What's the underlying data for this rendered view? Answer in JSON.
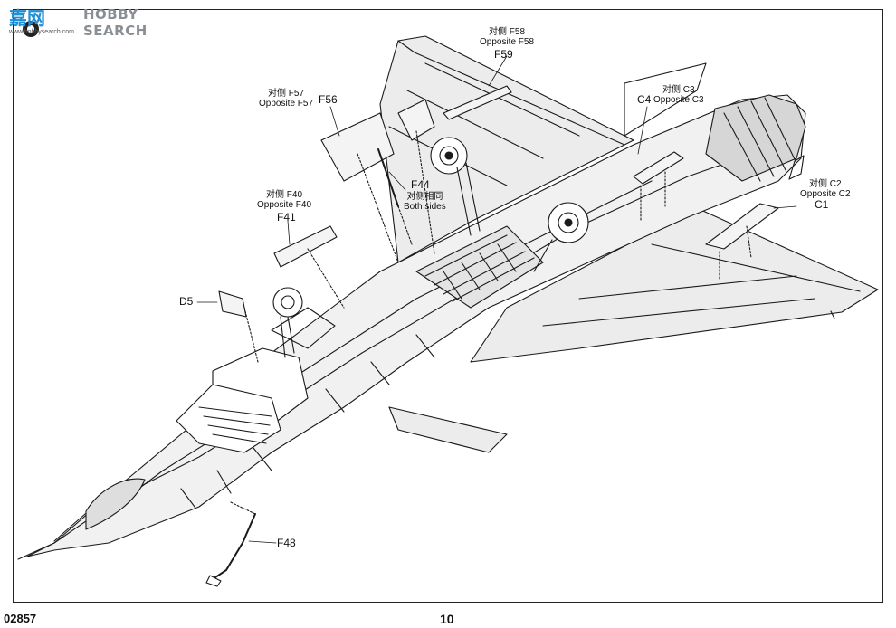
{
  "watermark": {
    "logo_text": "HOBBY SEARCH",
    "logo_cn": "嘉网",
    "logo_sub": "www.hobbysearch.com"
  },
  "footer": {
    "kit_number": "02857",
    "page_number": "10"
  },
  "callouts": {
    "f58": {
      "cn": "对侧 F58",
      "en": "Opposite F58"
    },
    "f59": {
      "part": "F59"
    },
    "c3": {
      "cn": "对侧 C3",
      "en": "Opposite C3"
    },
    "c4": {
      "part": "C4"
    },
    "f57": {
      "cn": "对侧 F57",
      "en": "Opposite F57"
    },
    "f56": {
      "part": "F56"
    },
    "c2": {
      "cn": "对侧 C2",
      "en": "Opposite C2"
    },
    "c1": {
      "part": "C1"
    },
    "f44": {
      "part": "F44",
      "cn": "对侧相同",
      "en": "Both sides"
    },
    "f40": {
      "cn": "对侧 F40",
      "en": "Opposite F40"
    },
    "f41": {
      "part": "F41"
    },
    "d5": {
      "part": "D5"
    },
    "f48": {
      "part": "F48"
    }
  }
}
